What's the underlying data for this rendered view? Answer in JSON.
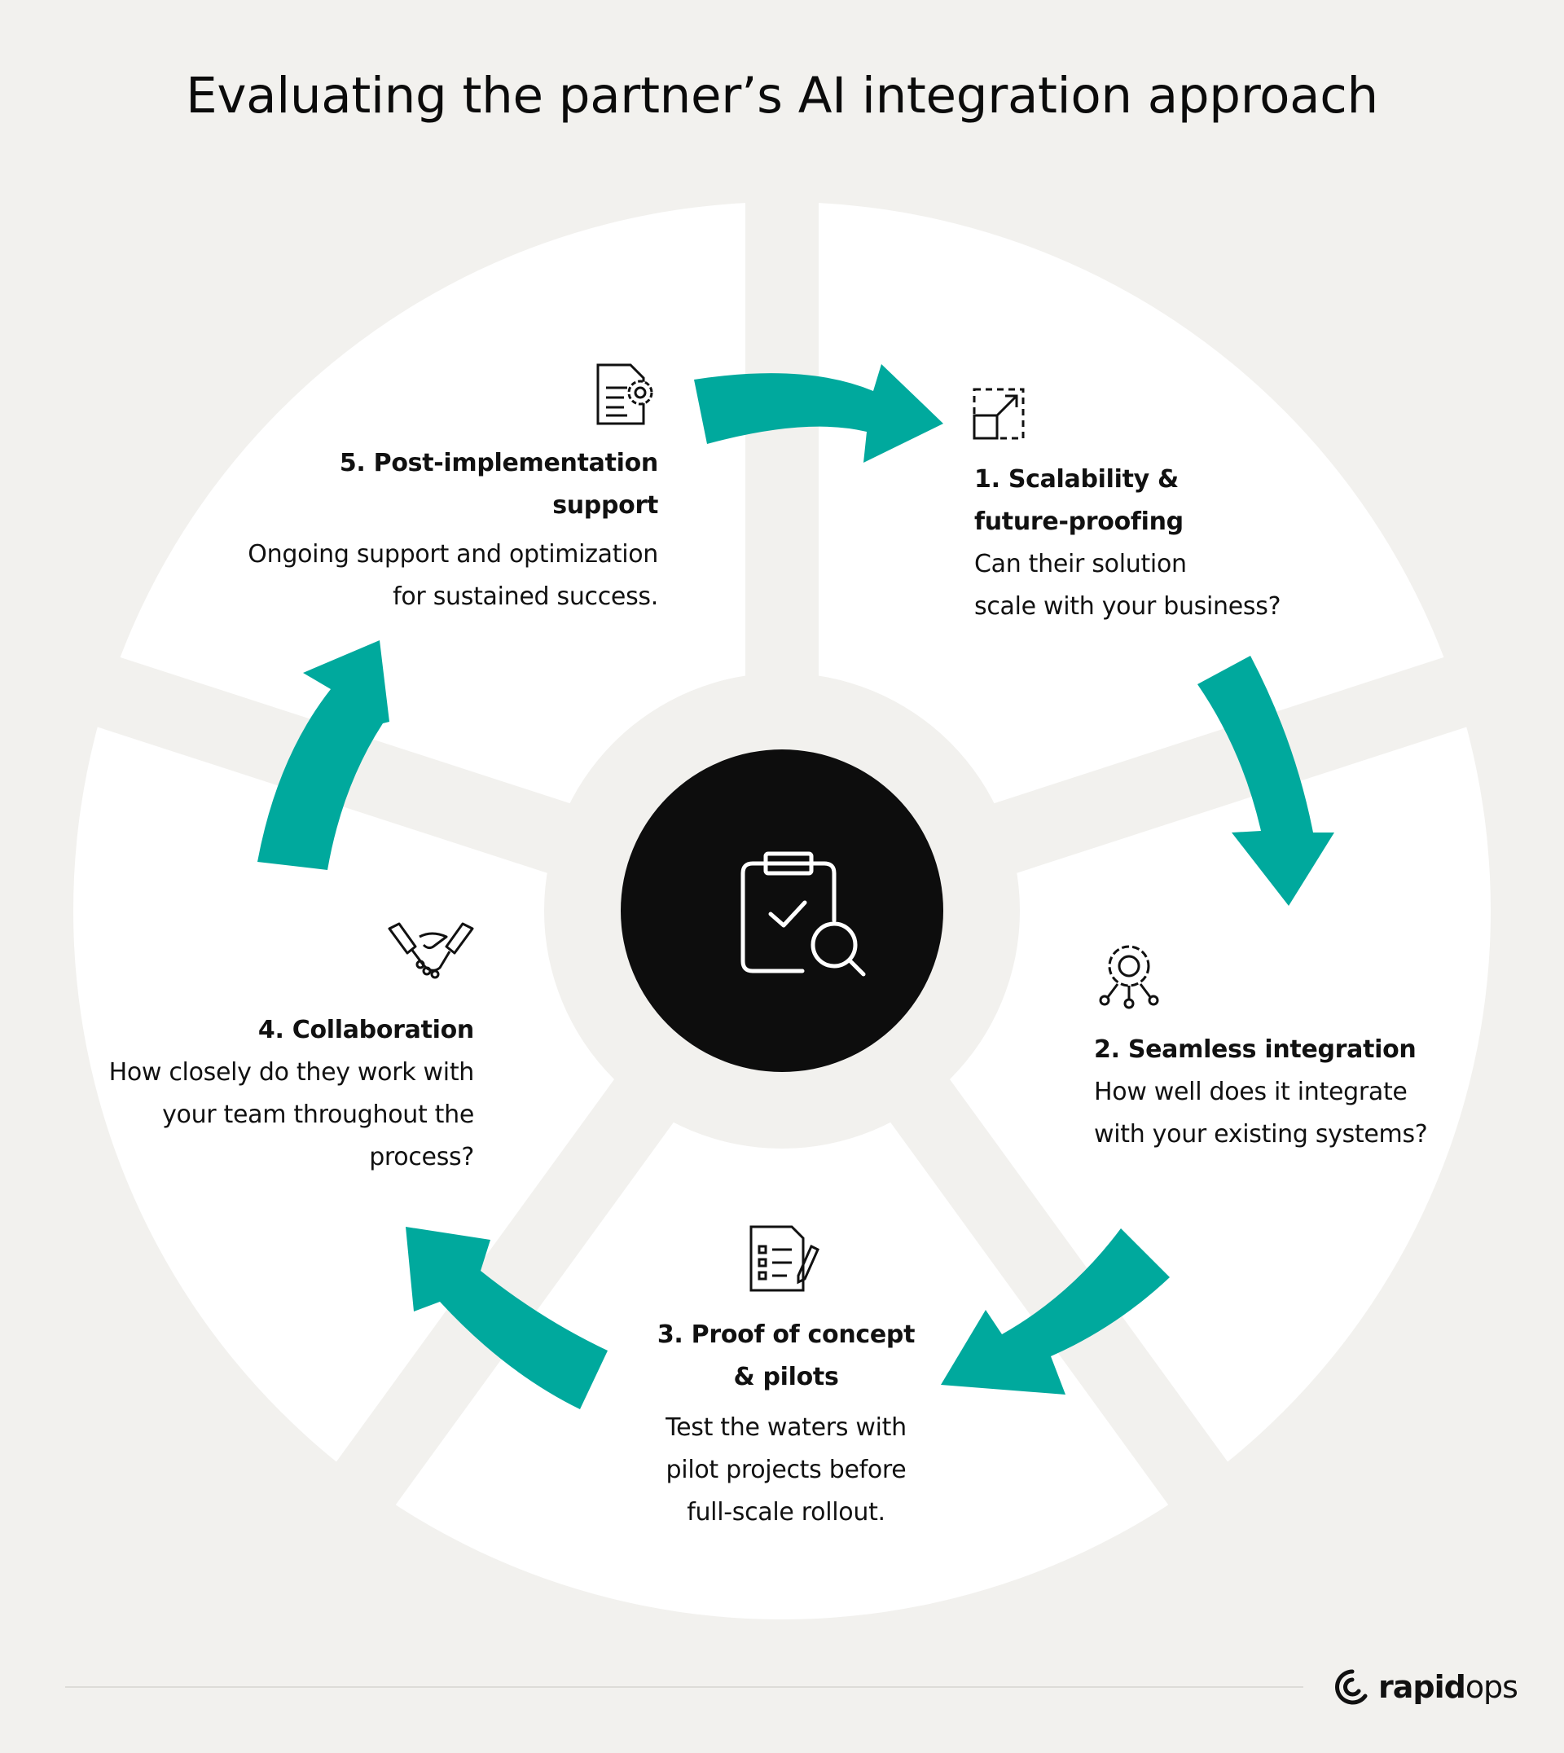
{
  "title": "Evaluating the partner’s AI integration approach",
  "steps": [
    {
      "title_lines": [
        "1. Scalability &",
        "future-proofing"
      ],
      "desc_lines": [
        "Can their solution",
        "scale with your business?"
      ],
      "icon": "scale-expand-icon"
    },
    {
      "title_lines": [
        "2. Seamless integration"
      ],
      "desc_lines": [
        "How well does it integrate",
        "with your existing systems?"
      ],
      "icon": "gear-network-icon"
    },
    {
      "title_lines": [
        "3. Proof of concept",
        "& pilots"
      ],
      "desc_lines": [
        "Test the waters with",
        "pilot projects before",
        "full-scale rollout."
      ],
      "icon": "checklist-pencil-icon"
    },
    {
      "title_lines": [
        "4. Collaboration"
      ],
      "desc_lines": [
        "How closely do they work with",
        "your team throughout the",
        "process?"
      ],
      "icon": "handshake-icon"
    },
    {
      "title_lines": [
        "5. Post-implementation",
        "support"
      ],
      "desc_lines": [
        "Ongoing support and optimization",
        "for sustained success."
      ],
      "icon": "document-gear-icon"
    }
  ],
  "center_icon": "clipboard-search-icon",
  "brand": {
    "part1": "rapid",
    "part2": "ops"
  },
  "colors": {
    "background": "#f2f1ee",
    "segment": "#ffffff",
    "arrow": "#00a99d",
    "center": "#0d0d0d"
  }
}
